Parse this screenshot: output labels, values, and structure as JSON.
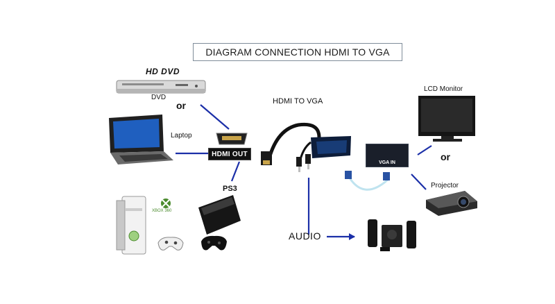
{
  "title": "DIAGRAM CONNECTION HDMI TO VGA",
  "labels": {
    "hd_dvd_logo": "HD DVD",
    "dvd": "DVD",
    "or_left": "or",
    "laptop": "Laptop",
    "hdmi_out": "HDMI OUT",
    "ps3": "PS3",
    "hdmi_to_vga": "HDMI TO VGA",
    "lcd_monitor": "LCD Monitor",
    "vga_in": "VGA IN",
    "or_right": "or",
    "projector": "Projector",
    "audio": "AUDIO",
    "xbox_logo": "XBOX 360"
  },
  "colors": {
    "connector_line": "#1b2fa8",
    "device_black": "#1b1b1b",
    "screen_blue": "#1f5fbf",
    "xbox_green": "#4b8b2e"
  }
}
